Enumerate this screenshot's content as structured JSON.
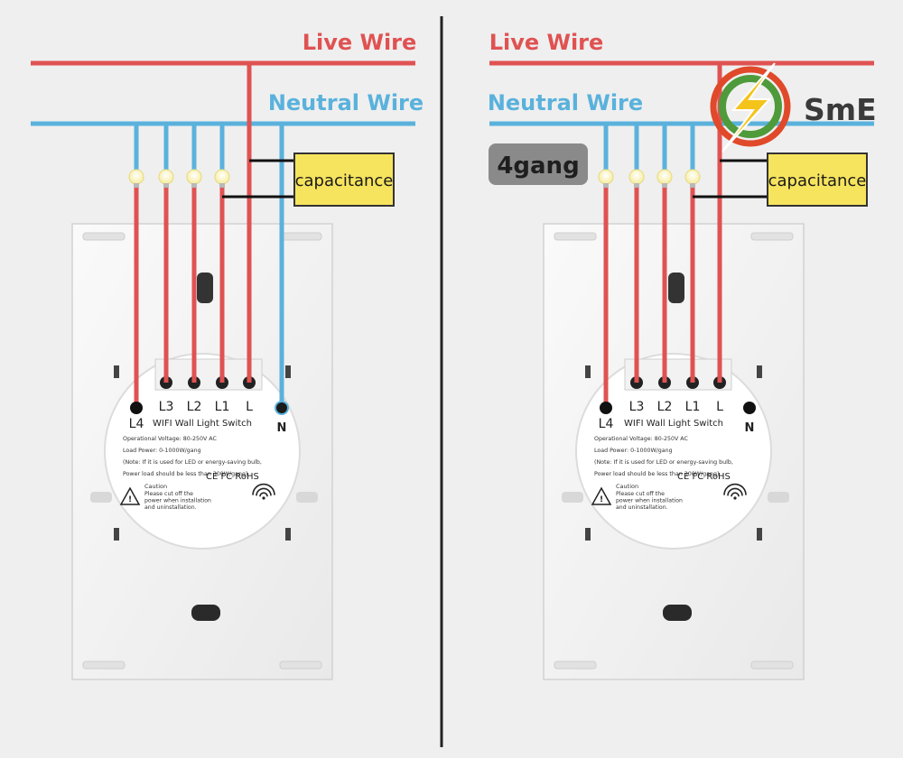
{
  "colors": {
    "live": "#e05252",
    "neutral": "#5ab2dc",
    "capacitance_fill": "#f7e45e",
    "badge_bg": "#8a8a8a",
    "logo_red": "#e0492a",
    "logo_green": "#4f9a3a",
    "logo_bolt": "#f5c41b"
  },
  "labels": {
    "live_wire": "Live Wire",
    "neutral_wire": "Neutral Wire",
    "capacitance": "capacitance",
    "gang_badge": "4gang",
    "logo_text": "SmE"
  },
  "switch_module": {
    "terminals": [
      "L3",
      "L2",
      "L1",
      "L"
    ],
    "output_l4": "L4",
    "neutral_n": "N",
    "title": "WIFI Wall Light Switch",
    "spec_lines": [
      "Operational Voltage: 80-250V AC",
      "Load Power: 0-1000W/gang",
      "(Note: If it is used for LED or energy-saving bulb,",
      "Power load should be less than 300W/gang)"
    ],
    "cert": "CE FC RoHS",
    "caution_title": "Caution",
    "caution_lines": [
      "Please cut off the",
      "power when installation",
      "and uninstallation."
    ]
  }
}
